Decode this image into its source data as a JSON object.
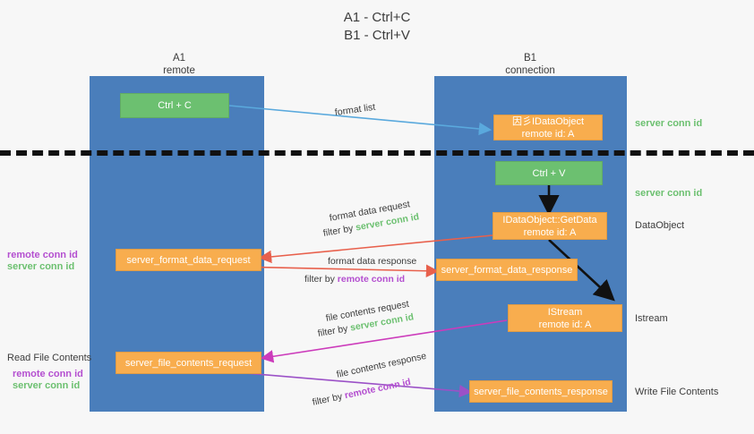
{
  "title": {
    "line1": "A1 - Ctrl+C",
    "line2": "B1 - Ctrl+V"
  },
  "columns": [
    {
      "name": "A1",
      "sub": "remote"
    },
    {
      "name": "B1",
      "sub": "connection"
    }
  ],
  "colors": {
    "lane": "#4a7ebb",
    "green_node": "#6cc070",
    "orange_node": "#f8ad4e",
    "server_conn_id": "#6cc070",
    "remote_conn_id": "#b44fd0",
    "arrow_blue": "#5aa9dd",
    "arrow_red": "#e8604c",
    "arrow_magenta": "#cc3bbb",
    "arrow_purple": "#9b51c7",
    "arrow_black": "#111111",
    "background": "#f7f7f7"
  },
  "nodes": {
    "ctrl_c": {
      "line1": "Ctrl + C"
    },
    "ctrl_v": {
      "line1": "Ctrl + V"
    },
    "idataobject": {
      "line1": "因彡IDataObject",
      "line2": "remote id: A"
    },
    "getdata": {
      "line1": "IDataObject::GetData",
      "line2": "remote id: A"
    },
    "istream": {
      "line1": "IStream",
      "line2": "remote id: A"
    },
    "server_format_data_request": {
      "line1": "server_format_data_request"
    },
    "server_format_data_response": {
      "line1": "server_format_data_response"
    },
    "server_file_contents_request": {
      "line1": "server_file_contents_request"
    },
    "server_file_contents_response": {
      "line1": "server_file_contents_response"
    }
  },
  "side_labels": {
    "server_conn_id_top": "server conn id",
    "server_conn_id_mid": "server conn id",
    "dataobject": "DataObject",
    "istream": "Istream",
    "write_file_contents": "Write File Contents",
    "read_file_contents": "Read File Contents",
    "left_remote_conn_id_1": "remote conn id",
    "left_server_conn_id_1": "server conn id",
    "left_remote_conn_id_2": "remote conn id",
    "left_server_conn_id_2": "server conn id"
  },
  "edges": {
    "format_list": "format list",
    "format_data_request": "format data request",
    "format_data_request_filter_prefix": "filter by ",
    "format_data_request_filter_key": "server conn id",
    "format_data_response": "format data response",
    "format_data_response_filter_prefix": "filter by ",
    "format_data_response_filter_key": "remote conn id",
    "file_contents_request": "file contents request",
    "file_contents_request_filter_prefix": "filter by ",
    "file_contents_request_filter_key": "server conn id",
    "file_contents_response": "file contents response",
    "file_contents_response_filter_prefix": "filter by ",
    "file_contents_response_filter_key": "remote conn id"
  }
}
